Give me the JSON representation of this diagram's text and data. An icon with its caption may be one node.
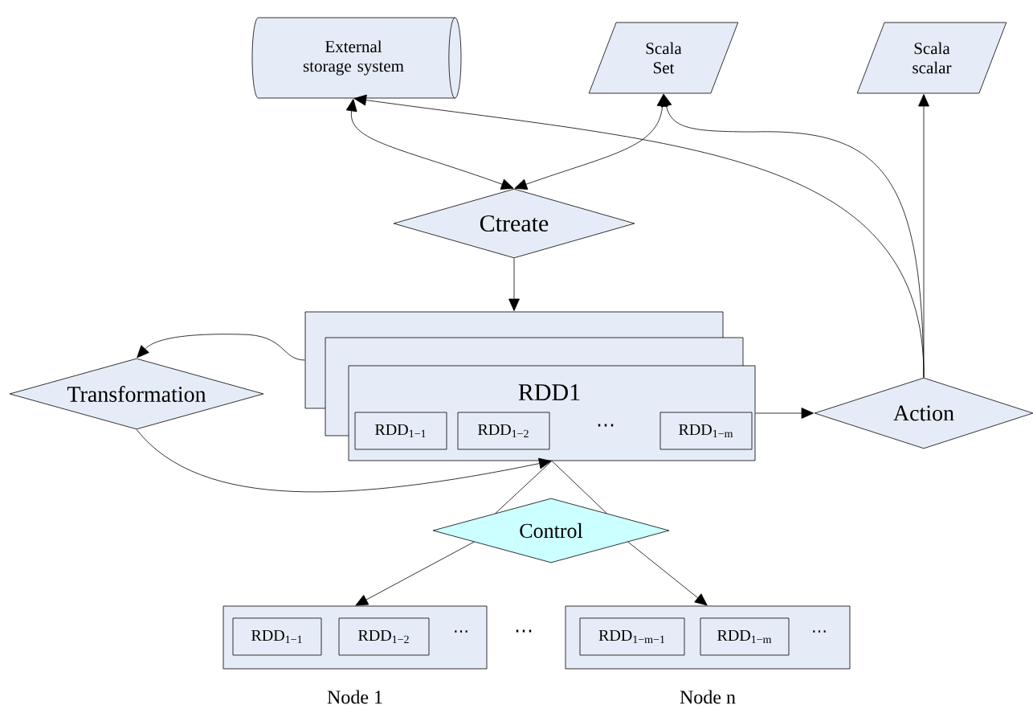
{
  "diagram": {
    "nodes": [
      {
        "text": [
          "External storage system"
        ]
      },
      {
        "text": [
          "Scala Set"
        ]
      },
      {
        "text": [
          "Scala scalar"
        ]
      },
      {
        "text": [
          "Ctreate"
        ]
      },
      {
        "text": [],
        "shape": "box"
      },
      {
        "text": [],
        "shape": "box"
      },
      {
        "text": [
          "RDD1",
          "⋯"
        ]
      },
      {
        "text": [
          "RDD$_{1−1}$"
        ],
        "in": 6
      },
      {
        "text": [
          "RDD$_{1−2}$"
        ],
        "in": 6
      },
      {
        "text": [
          "RDD$_{1−m}$"
        ],
        "in": 6
      },
      {
        "text": [
          "Transformation"
        ]
      },
      {
        "text": [
          "Action"
        ]
      },
      {
        "text": [
          "Control"
        ]
      },
      {
        "text": [
          "⋯"
        ],
        "beside": [
          "Node 1"
        ]
      },
      {
        "text": [
          "RDD$_{1−1}$"
        ],
        "in": 13
      },
      {
        "text": [
          "RDD$_{1−2}$"
        ],
        "in": 13
      },
      {
        "text": [
          "⋯"
        ],
        "beside": [
          "Node n"
        ]
      },
      {
        "text": [
          "RDD$_{1−m−1}$"
        ],
        "in": 16
      },
      {
        "text": [
          "RDD$_{1−m}$"
        ],
        "in": 16
      }
    ],
    "edges": [
      {
        "from": 0,
        "to": 3,
        "arrow": "both"
      },
      {
        "from": 1,
        "to": 3,
        "arrow": "both"
      },
      {
        "from": 11,
        "to": 0,
        "arrow": "to"
      },
      {
        "from": 11,
        "to": 1,
        "arrow": "to"
      },
      {
        "from": 11,
        "to": 2,
        "arrow": "to"
      },
      {
        "from": 3,
        "to": 4,
        "arrow": "to"
      },
      {
        "from": 4,
        "to": 10,
        "arrow": "to"
      },
      {
        "from": 10,
        "to": 6,
        "arrow": "to"
      },
      {
        "from": 6,
        "to": 11,
        "arrow": "to"
      },
      {
        "from": 6,
        "to": 12,
        "arrow": "none"
      },
      {
        "from": 12,
        "to": 13,
        "arrow": "to"
      },
      {
        "from": 12,
        "to": 16,
        "arrow": "to"
      }
    ],
    "labels": [
      "⋯"
    ]
  }
}
